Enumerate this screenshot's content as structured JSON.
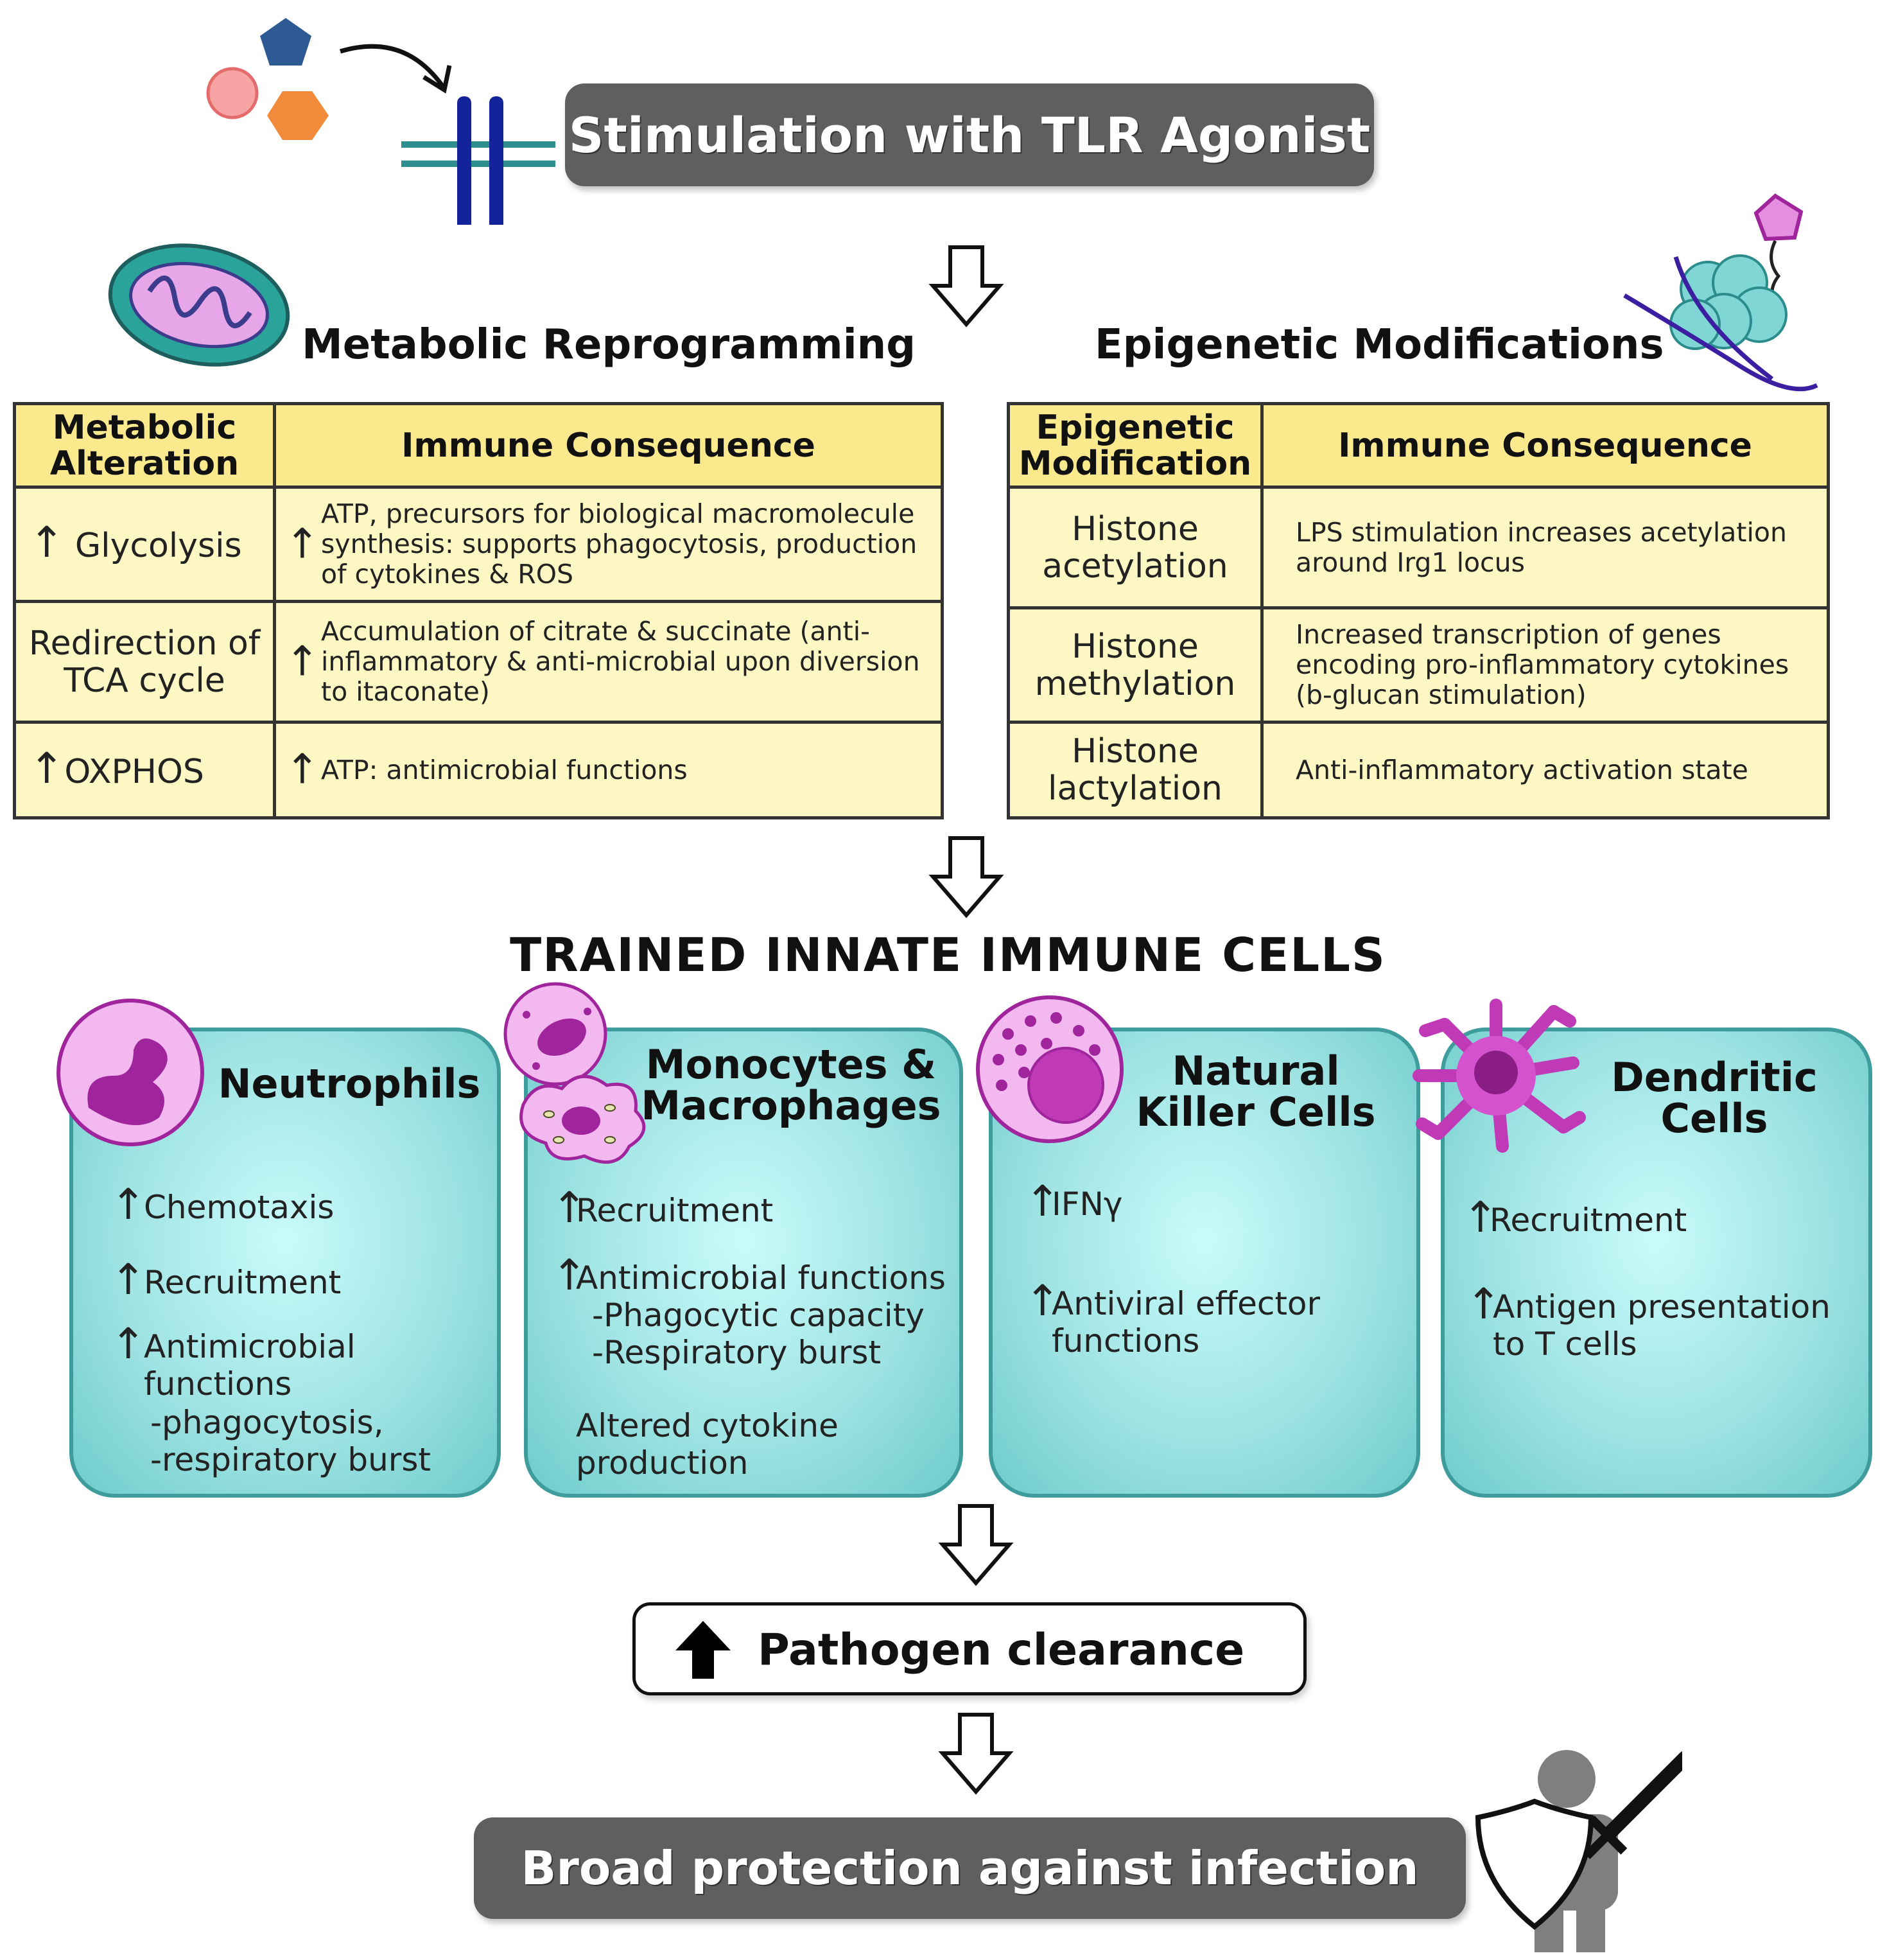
{
  "header": {
    "title": "Stimulation with TLR Agonist"
  },
  "metabolic": {
    "title": "Metabolic Reprogramming",
    "col1": "Metabolic Alteration",
    "col2": "Immune Consequence",
    "rows": [
      {
        "alteration": "Glycolysis",
        "arrow": "↑",
        "consequence": "ATP, precursors for biological macromolecule synthesis: supports phagocytosis, production of cytokines & ROS"
      },
      {
        "alteration": "Redirection of TCA cycle",
        "arrow": "",
        "consequence": "Accumulation of citrate & succinate (anti-inflammatory & anti-microbial upon diversion to itaconate)"
      },
      {
        "alteration": "OXPHOS",
        "arrow": "↑",
        "consequence": "ATP: antimicrobial functions"
      }
    ]
  },
  "epigenetic": {
    "title": "Epigenetic Modifications",
    "col1": "Epigenetic Modification",
    "col2": "Immune Consequence",
    "rows": [
      {
        "modification": "Histone acetylation",
        "consequence": "LPS stimulation increases acetylation around Irg1 locus"
      },
      {
        "modification": "Histone methylation",
        "consequence": "Increased transcription of genes encoding pro-inflammatory cytokines (b-glucan stimulation)"
      },
      {
        "modification": "Histone lactylation",
        "consequence": "Anti-inflammatory activation state"
      }
    ]
  },
  "trained": {
    "title": "TRAINED INNATE IMMUNE CELLS"
  },
  "cells": {
    "neutrophils": {
      "title": "Neutrophils",
      "items": [
        "Chemotaxis",
        "Recruitment",
        "Antimicrobial functions",
        "-phagocytosis,",
        "-respiratory burst"
      ]
    },
    "monocytes": {
      "title_line1": "Monocytes &",
      "title_line2": "Macrophages",
      "items": [
        "Recruitment",
        "Antimicrobial functions",
        "-Phagocytic capacity",
        "-Respiratory burst",
        "Altered cytokine production"
      ]
    },
    "nk": {
      "title_line1": "Natural",
      "title_line2": "Killer Cells",
      "items": [
        "IFNγ",
        "Antiviral effector functions"
      ]
    },
    "dendritic": {
      "title_line1": "Dendritic",
      "title_line2": "Cells",
      "items": [
        "Recruitment",
        "Antigen presentation to T cells"
      ]
    }
  },
  "pathogen": {
    "label": "Pathogen clearance"
  },
  "footer": {
    "title": "Broad protection against infection"
  },
  "arrow_symbol": "↑",
  "colors": {
    "pill": "#5f5f5f",
    "table_header": "#fbe98d",
    "table_body": "#fdf7c3",
    "card_border": "#3e9c9c",
    "card_fill": "#9fe3e3",
    "cell_pink": "#e58fe0",
    "cell_purple": "#a0259d"
  }
}
